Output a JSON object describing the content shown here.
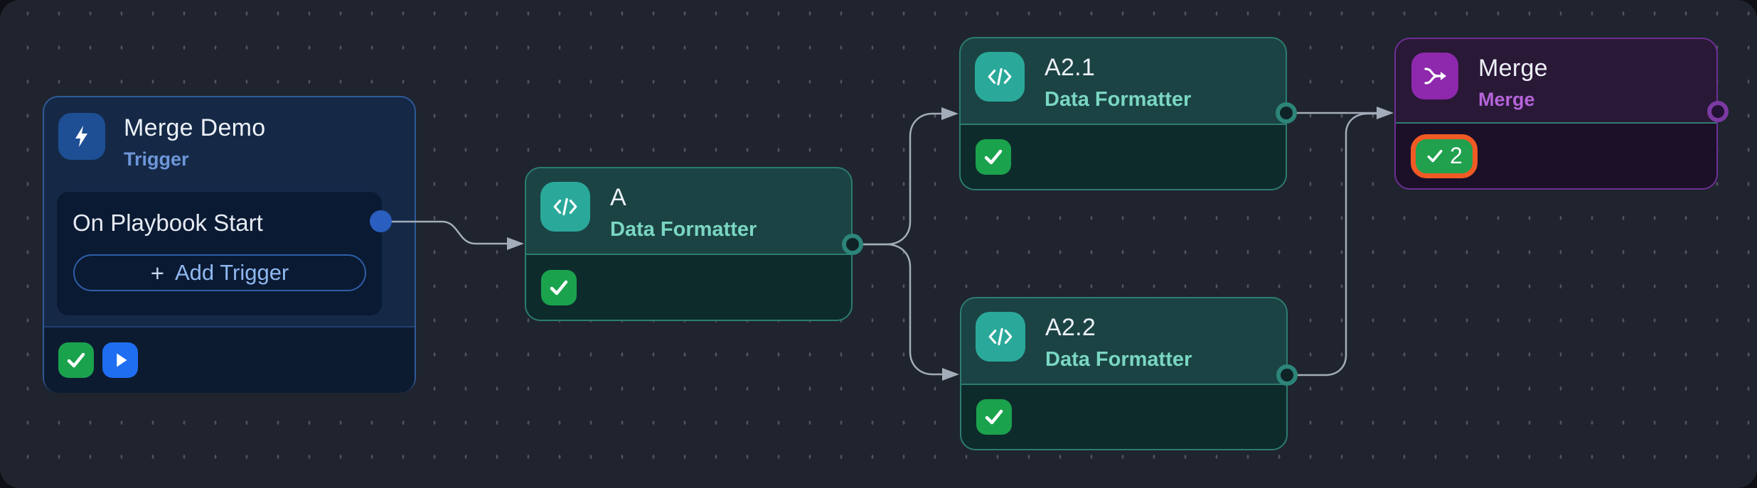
{
  "canvas": {
    "background": "#1f242e",
    "dot_color": "#4d525d"
  },
  "colors": {
    "edge": "#a3adb9",
    "trigger_fill": "#152947",
    "trigger_border": "#2f5997",
    "trigger_accent": "#6e96d8",
    "trigger_icon_bg": "#1e4f94",
    "formatter_fill": "#1b4344",
    "formatter_border": "#2c7c70",
    "formatter_accent": "#7ad6c2",
    "formatter_icon_bg": "#2aa99a",
    "merge_fill": "#2a1837",
    "merge_border": "#6e2f96",
    "merge_accent": "#b464d8",
    "merge_icon_bg": "#8e28ad",
    "success_green": "#1ba24d",
    "run_blue": "#1f6ef2",
    "highlight_orange": "#f15a24",
    "port_blue": "#2a5fc0"
  },
  "nodes": {
    "trigger": {
      "title": "Merge Demo",
      "type_label": "Trigger",
      "icon": "lightning-icon",
      "row_label": "On Playbook Start",
      "add_button": {
        "plus": "+",
        "label": "Add Trigger"
      },
      "status_icons": [
        "checkmark-icon",
        "play-icon"
      ]
    },
    "a": {
      "title": "A",
      "type_label": "Data Formatter",
      "icon": "code-icon",
      "status_icons": [
        "checkmark-icon"
      ]
    },
    "a21": {
      "title": "A2.1",
      "type_label": "Data Formatter",
      "icon": "code-icon",
      "status_icons": [
        "checkmark-icon"
      ]
    },
    "a22": {
      "title": "A2.2",
      "type_label": "Data Formatter",
      "icon": "code-icon",
      "status_icons": [
        "checkmark-icon"
      ]
    },
    "merge": {
      "title": "Merge",
      "type_label": "Merge",
      "icon": "merge-icon",
      "success_count": "2",
      "status_icons": [
        "checkmark-icon"
      ]
    }
  },
  "edges": [
    {
      "from": "trigger",
      "to": "a"
    },
    {
      "from": "a",
      "to": "a21"
    },
    {
      "from": "a",
      "to": "a22"
    },
    {
      "from": "a21",
      "to": "merge"
    },
    {
      "from": "a22",
      "to": "merge"
    }
  ]
}
